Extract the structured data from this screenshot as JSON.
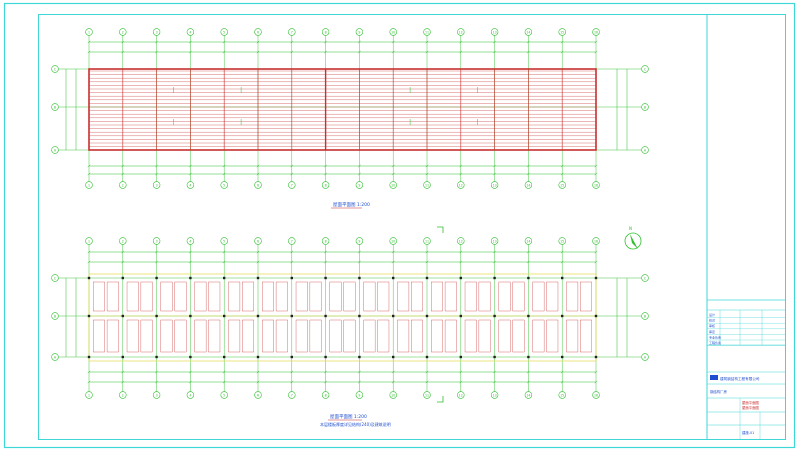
{
  "sheet": {
    "frame_color": "#3fd6d6",
    "grid_color": "#2fbf2f",
    "member_color": "#c83030",
    "text_color": "#1f4fd0",
    "yellow_color": "#e6d84a"
  },
  "plan_top": {
    "col_labels": [
      "1",
      "2",
      "3",
      "4",
      "5",
      "6",
      "7",
      "8",
      "9",
      "10",
      "11",
      "12",
      "13",
      "14",
      "15",
      "16"
    ],
    "row_labels": [
      "C",
      "B",
      "A"
    ],
    "caption": "屋面平面图 1:200"
  },
  "plan_bottom": {
    "col_labels": [
      "1",
      "2",
      "3",
      "4",
      "5",
      "6",
      "7",
      "8",
      "9",
      "10",
      "11",
      "12",
      "13",
      "14",
      "15",
      "16"
    ],
    "row_labels": [
      "C",
      "B",
      "A"
    ],
    "caption": "屋面平面图 1:200",
    "note": "本层楼板厚度详见结构(240)及建筑说明"
  },
  "north_arrow": {
    "label": "N"
  },
  "title_block": {
    "company": "建筑钢结构工程有限公司",
    "project": "钢结构厂房",
    "drawing_title_1": "屋面平面图",
    "drawing_title_2": "屋面平面图",
    "rows": [
      "设计",
      "校对",
      "审核",
      "审定",
      "专业负责",
      "工程负责"
    ],
    "sheet_no": "建施-01"
  }
}
